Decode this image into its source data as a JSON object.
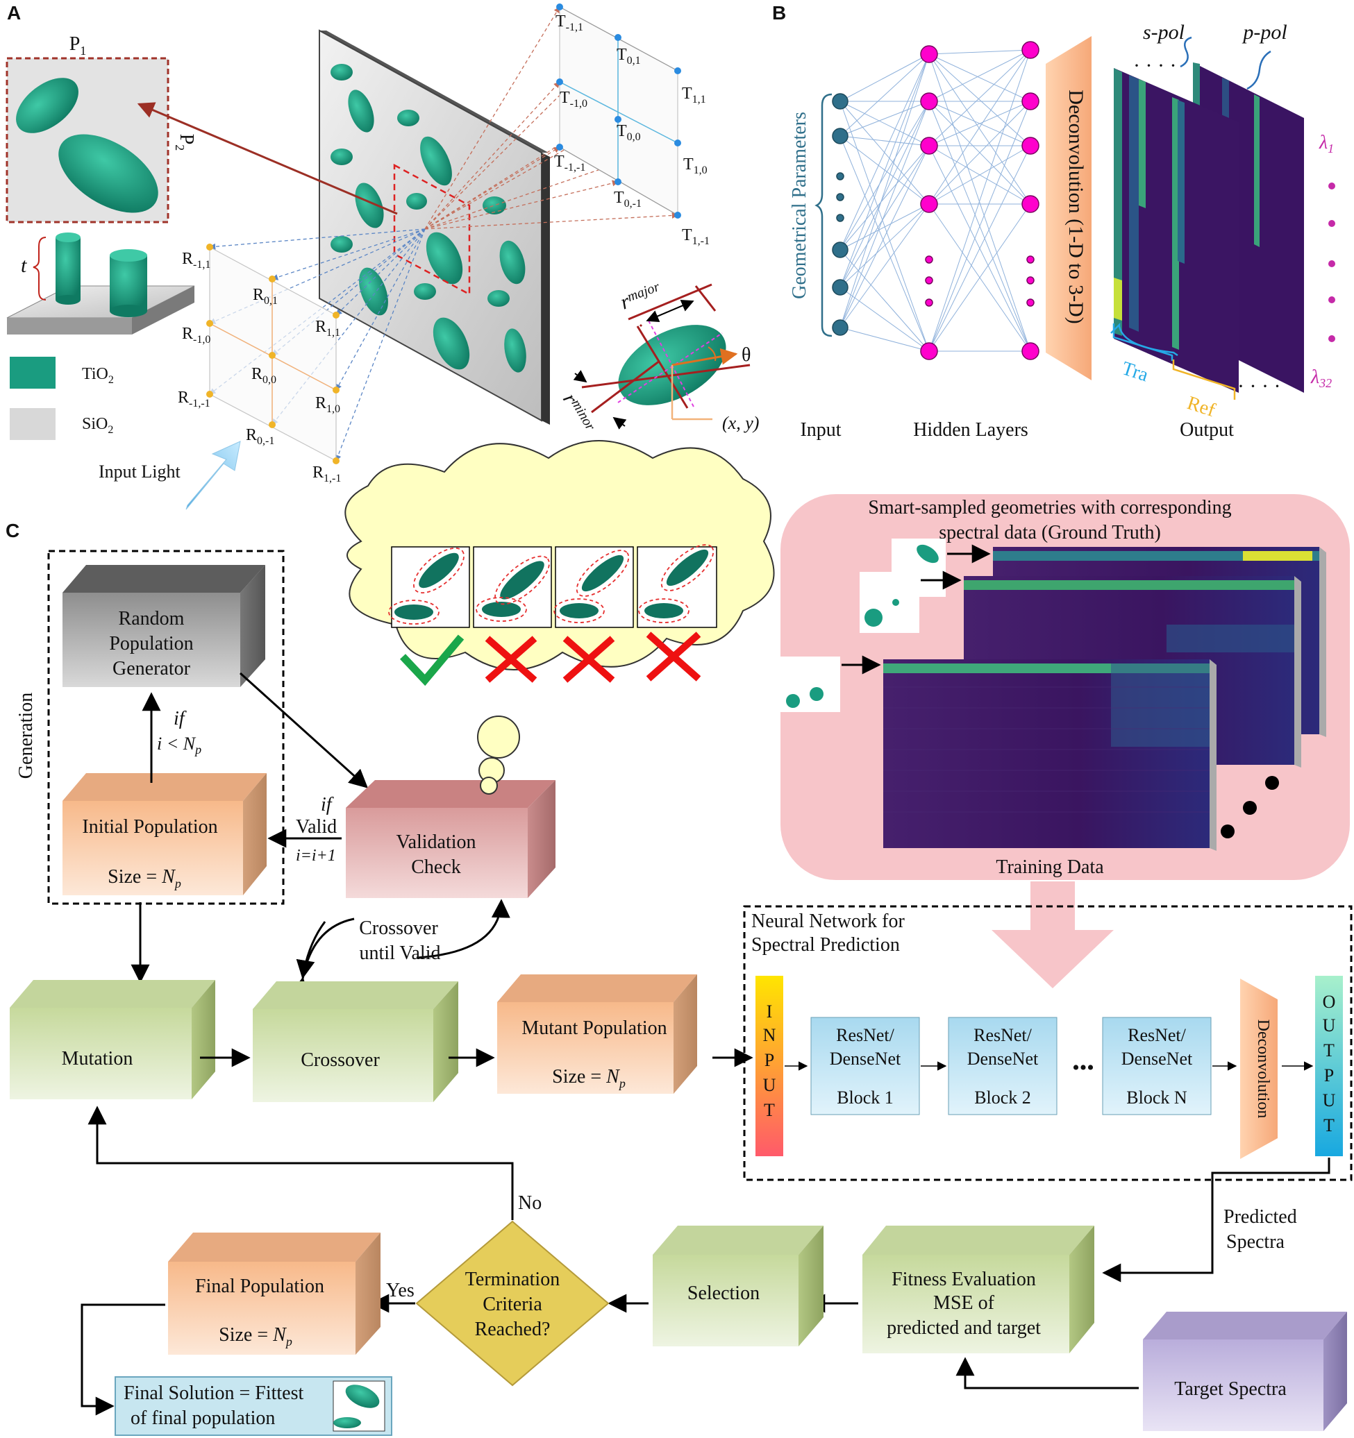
{
  "panels": {
    "a": "A",
    "b": "B",
    "c": "C"
  },
  "panel_a": {
    "unit_cell_p1": "P",
    "unit_cell_p1_sub": "1",
    "unit_cell_p2": "P",
    "unit_cell_p2_sub": "2",
    "thickness": "t",
    "legend": [
      {
        "name": "TiO",
        "sub": "2",
        "color": "#1a9c80"
      },
      {
        "name": "SiO",
        "sub": "2",
        "color": "#d8d8d8"
      }
    ],
    "input_light": "Input Light",
    "r_major": "r",
    "r_major_sub": "major",
    "r_minor": "r",
    "r_minor_sub": "minor",
    "theta": "θ",
    "center": "(x, y)",
    "transmission_orders": [
      "T-1,1",
      "T0,1",
      "T1,1",
      "T-1,0",
      "T0,0",
      "T1,0",
      "T-1,-1",
      "T0,-1",
      "T1,-1"
    ],
    "reflection_orders": [
      "R-1,1",
      "R0,1",
      "R1,1",
      "R-1,0",
      "R0,0",
      "R1,0",
      "R-1,-1",
      "R0,-1",
      "R1,-1"
    ],
    "order_main": "T",
    "order_main_r": "R"
  },
  "panel_b": {
    "geo_params": "Geometrical Parameters",
    "deconv": "Deconvolution (1-D to 3-D)",
    "s_pol": "s-pol",
    "p_pol": "p-pol",
    "tra": "Tra",
    "ref": "Ref",
    "lambda1": "λ",
    "lambda1_sub": "1",
    "lambda32": "λ",
    "lambda32_sub": "32",
    "label_input": "Input",
    "label_hidden": "Hidden Layers",
    "label_output": "Output",
    "dots": "· · · ·",
    "dots2": "· · · ·"
  },
  "panel_c": {
    "generation": "Generation",
    "random_pop": [
      "Random",
      "Population",
      "Generator"
    ],
    "initial_pop": "Initial Population",
    "size_label": "Size = ",
    "np": "N",
    "np_sub": "p",
    "if1": "if",
    "if1_cond": "i < N",
    "if2": "if",
    "valid": "Valid",
    "incr": "i=i+1",
    "validation": [
      "Validation",
      "Check"
    ],
    "crossover_until": [
      "Crossover",
      "until Valid"
    ],
    "mutation": "Mutation",
    "crossover": "Crossover",
    "mutant_pop": "Mutant Population",
    "training_title": [
      "Smart-sampled geometries with corresponding",
      "spectral data (Ground Truth)"
    ],
    "training_data": "Training Data",
    "nn_title": [
      "Neural Network for",
      "Spectral Prediction"
    ],
    "input_letters": [
      "I",
      "N",
      "P",
      "U",
      "T"
    ],
    "output_letters": [
      "O",
      "U",
      "T",
      "P",
      "U",
      "T"
    ],
    "blocks": [
      {
        "l1": "ResNet/",
        "l2": "DenseNet",
        "l3": "Block  1"
      },
      {
        "l1": "ResNet/",
        "l2": "DenseNet",
        "l3": "Block  2"
      },
      {
        "l1": "ResNet/",
        "l2": "DenseNet",
        "l3": "Block  N"
      }
    ],
    "ellipsis": "•••",
    "deconvolution": "Deconvolution",
    "predicted": [
      "Predicted",
      "Spectra"
    ],
    "fitness": [
      "Fitness Evaluation",
      "MSE of",
      "predicted and target"
    ],
    "target": "Target Spectra",
    "selection": "Selection",
    "termination": [
      "Termination",
      "Criteria",
      "Reached?"
    ],
    "yes": "Yes",
    "no": "No",
    "final_pop": "Final Population",
    "final_solution": [
      "Final Solution = Fittest",
      "of final population"
    ]
  },
  "colors": {
    "tio2": "#1a9c80",
    "green_box": "#dbe8c4",
    "orange_box": "#f8cfae",
    "red_box": "#e4a8a8",
    "gray_box": "#8a8a8a",
    "purple_box": "#cdc3e6",
    "pink_panel": "#f7c5c9",
    "blue_block": "#bfe3f2",
    "neuron": "#ff00cc",
    "input_node": "#2f6f8a"
  }
}
